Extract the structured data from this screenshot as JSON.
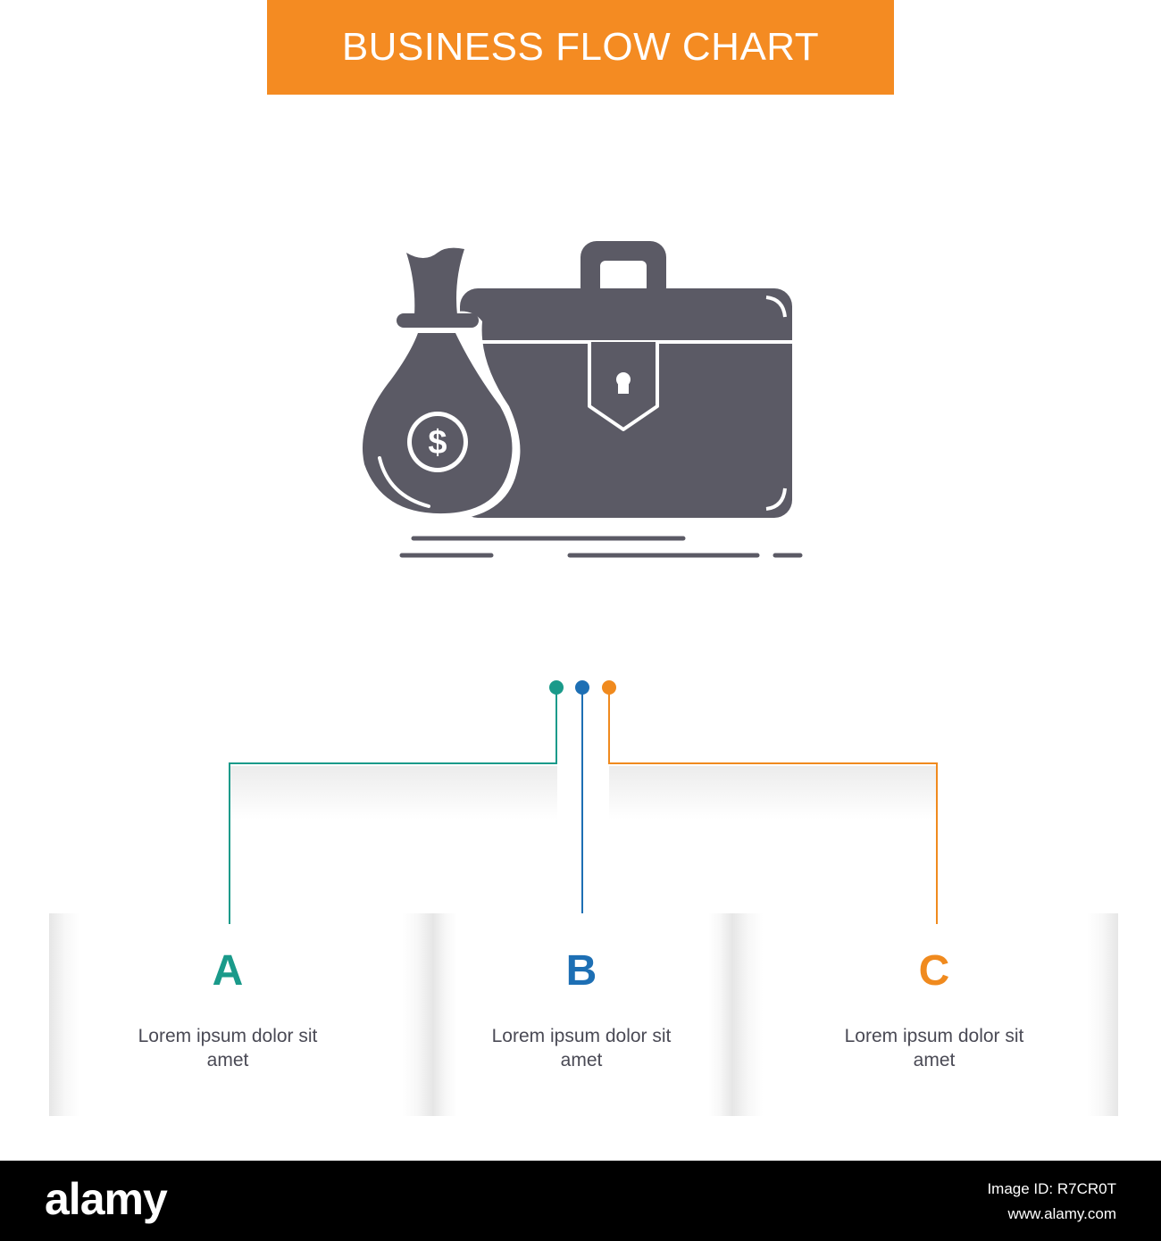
{
  "header": {
    "title": "BUSINESS FLOW CHART"
  },
  "hero": {
    "icon": "money-bag-briefcase-icon"
  },
  "colors": {
    "banner": "#f48b22",
    "icon": "#5b5a65",
    "a": "#1a9a8a",
    "b": "#1d6fb4",
    "c": "#f08a1e",
    "text": "#4a4a55"
  },
  "steps": [
    {
      "letter": "A",
      "text": "Lorem ipsum dolor sit amet"
    },
    {
      "letter": "B",
      "text": "Lorem ipsum dolor sit amet"
    },
    {
      "letter": "C",
      "text": "Lorem ipsum dolor sit amet"
    }
  ],
  "footer": {
    "logo": "alamy",
    "image_id": "Image ID: R7CR0T",
    "url": "www.alamy.com"
  }
}
